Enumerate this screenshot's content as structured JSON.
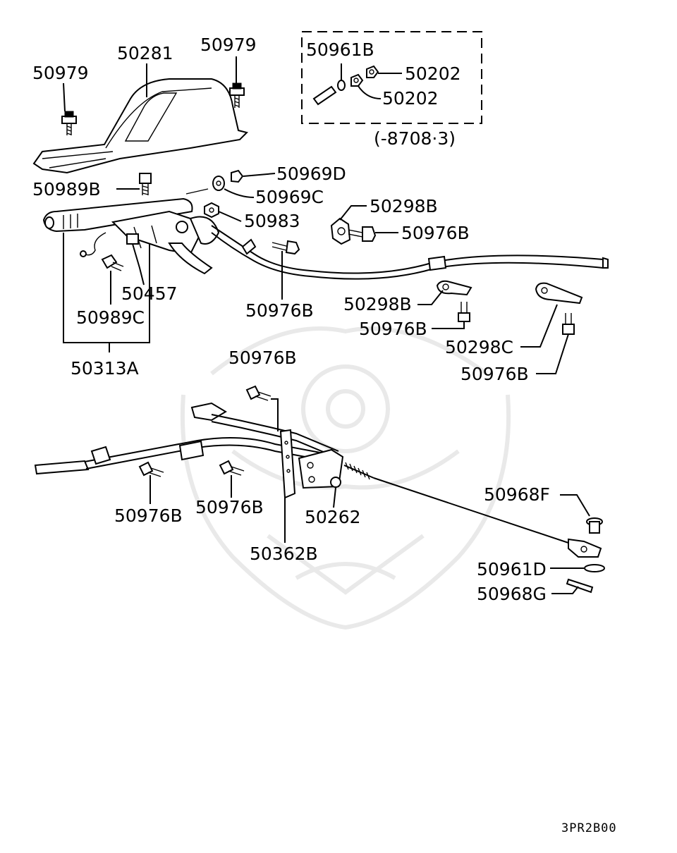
{
  "labels": {
    "l_50281": "50281",
    "l_50979_a": "50979",
    "l_50979_b": "50979",
    "l_50961B": "50961B",
    "l_50202_a": "50202",
    "l_50202_b": "50202",
    "l_inset_note": "(-8708·3)",
    "l_50969D": "50969D",
    "l_50989B": "50989B",
    "l_50969C": "50969C",
    "l_50298B_a": "50298B",
    "l_50983": "50983",
    "l_50976B_a": "50976B",
    "l_50457": "50457",
    "l_50989C": "50989C",
    "l_50976B_b": "50976B",
    "l_50298B_b": "50298B",
    "l_50976B_c": "50976B",
    "l_50298C": "50298C",
    "l_50313A": "50313A",
    "l_50976B_d": "50976B",
    "l_50976B_e": "50976B",
    "l_50976B_f": "50976B",
    "l_50976B_g": "50976B",
    "l_50262": "50262",
    "l_50968F": "50968F",
    "l_50362B": "50362B",
    "l_50961D": "50961D",
    "l_50968G": "50968G",
    "l_diagram_code": "3PR2B00"
  }
}
